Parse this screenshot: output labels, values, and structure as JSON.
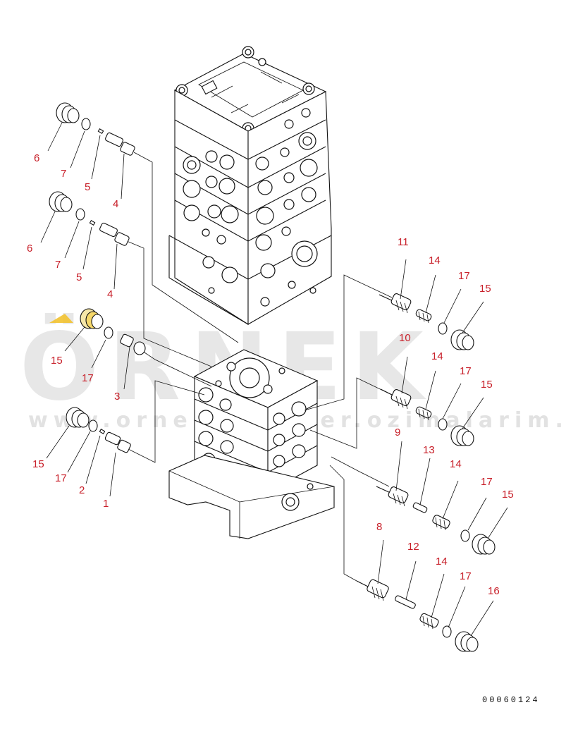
{
  "watermark": {
    "word": "ÖRNEK",
    "url": "www.ornekresimler.ozimalarim.com.tr",
    "accent_color": "#f2c230"
  },
  "document_code": "00060124",
  "callout_color": "#c8202a",
  "callouts": [
    {
      "id": "c-6a",
      "text": "6"
    },
    {
      "id": "c-7a",
      "text": "7"
    },
    {
      "id": "c-5a",
      "text": "5"
    },
    {
      "id": "c-4a",
      "text": "4"
    },
    {
      "id": "c-6b",
      "text": "6"
    },
    {
      "id": "c-7b",
      "text": "7"
    },
    {
      "id": "c-5b",
      "text": "5"
    },
    {
      "id": "c-4b",
      "text": "4"
    },
    {
      "id": "c-15a",
      "text": "15"
    },
    {
      "id": "c-17a",
      "text": "17"
    },
    {
      "id": "c-3",
      "text": "3"
    },
    {
      "id": "c-15b",
      "text": "15"
    },
    {
      "id": "c-17b",
      "text": "17"
    },
    {
      "id": "c-2",
      "text": "2"
    },
    {
      "id": "c-1",
      "text": "1"
    },
    {
      "id": "c-11",
      "text": "11"
    },
    {
      "id": "c-14a",
      "text": "14"
    },
    {
      "id": "c-17c",
      "text": "17"
    },
    {
      "id": "c-15c",
      "text": "15"
    },
    {
      "id": "c-10",
      "text": "10"
    },
    {
      "id": "c-14b",
      "text": "14"
    },
    {
      "id": "c-17d",
      "text": "17"
    },
    {
      "id": "c-15d",
      "text": "15"
    },
    {
      "id": "c-9",
      "text": "9"
    },
    {
      "id": "c-13",
      "text": "13"
    },
    {
      "id": "c-14c",
      "text": "14"
    },
    {
      "id": "c-17e",
      "text": "17"
    },
    {
      "id": "c-15e",
      "text": "15"
    },
    {
      "id": "c-8",
      "text": "8"
    },
    {
      "id": "c-12",
      "text": "12"
    },
    {
      "id": "c-14d",
      "text": "14"
    },
    {
      "id": "c-17f",
      "text": "17"
    },
    {
      "id": "c-16",
      "text": "16"
    }
  ]
}
